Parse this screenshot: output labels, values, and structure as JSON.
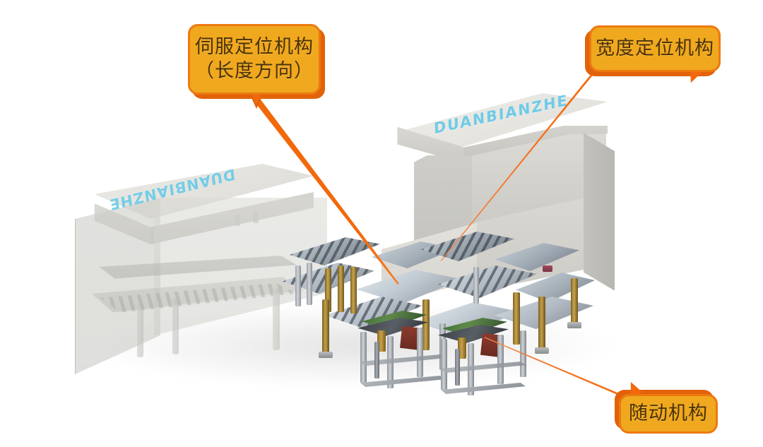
{
  "diagram": {
    "background_color": "#ffffff",
    "title_text_on_machines": "DUANBIANZHE"
  },
  "callouts": [
    {
      "id": "servo-positioning",
      "lines": [
        "伺服定位机构",
        "（长度方向）"
      ],
      "fill_color": "#f0a81e",
      "border_color": "#ec7a10",
      "shadow_color": "#e2620a",
      "text_color": "#4a3206",
      "tail": "bottom-center",
      "leader_color": "#f2690c",
      "leader_style": "thick"
    },
    {
      "id": "width-positioning",
      "lines": [
        "宽度定位机构"
      ],
      "fill_color": "#f0a81e",
      "border_color": "#ec7a10",
      "shadow_color": "#e2620a",
      "text_color": "#4a3206",
      "tail": "bottom-right",
      "leader_color": "#f2690c",
      "leader_style": "thin"
    },
    {
      "id": "follower-mechanism",
      "lines": [
        "随动机构"
      ],
      "fill_color": "#f0a81e",
      "border_color": "#ec7a10",
      "shadow_color": "#e2620a",
      "text_color": "#4a3206",
      "tail": "top-left",
      "leader_color": "#f2690c",
      "leader_style": "thin"
    }
  ],
  "machines": [
    {
      "id": "left-bender-ghost",
      "brand_text": "DUANBIANZHE",
      "brand_text_color": "#63c9e8",
      "style": "semi-transparent",
      "body_color": "#d9d9d6"
    },
    {
      "id": "right-bender-solid",
      "brand_text": "DUANBIANZHE",
      "brand_text_color": "#63c9e8",
      "style": "solid",
      "body_color": "#cfcfcb"
    }
  ],
  "conveyor": {
    "id": "roller-transfer-table",
    "plate_color": "#b9c3cc",
    "plate_dark_color": "#50565e",
    "post_color": "#9a7a2e",
    "frame_color": "#9aa0a6",
    "accent_green": "#3f6b3a",
    "accent_red": "#8c3b2e"
  },
  "colors": {
    "orange_accent": "#f2690c",
    "amber": "#f0a81e",
    "machine_gray": "#d2d2cf",
    "cyan_text": "#63c9e8"
  }
}
